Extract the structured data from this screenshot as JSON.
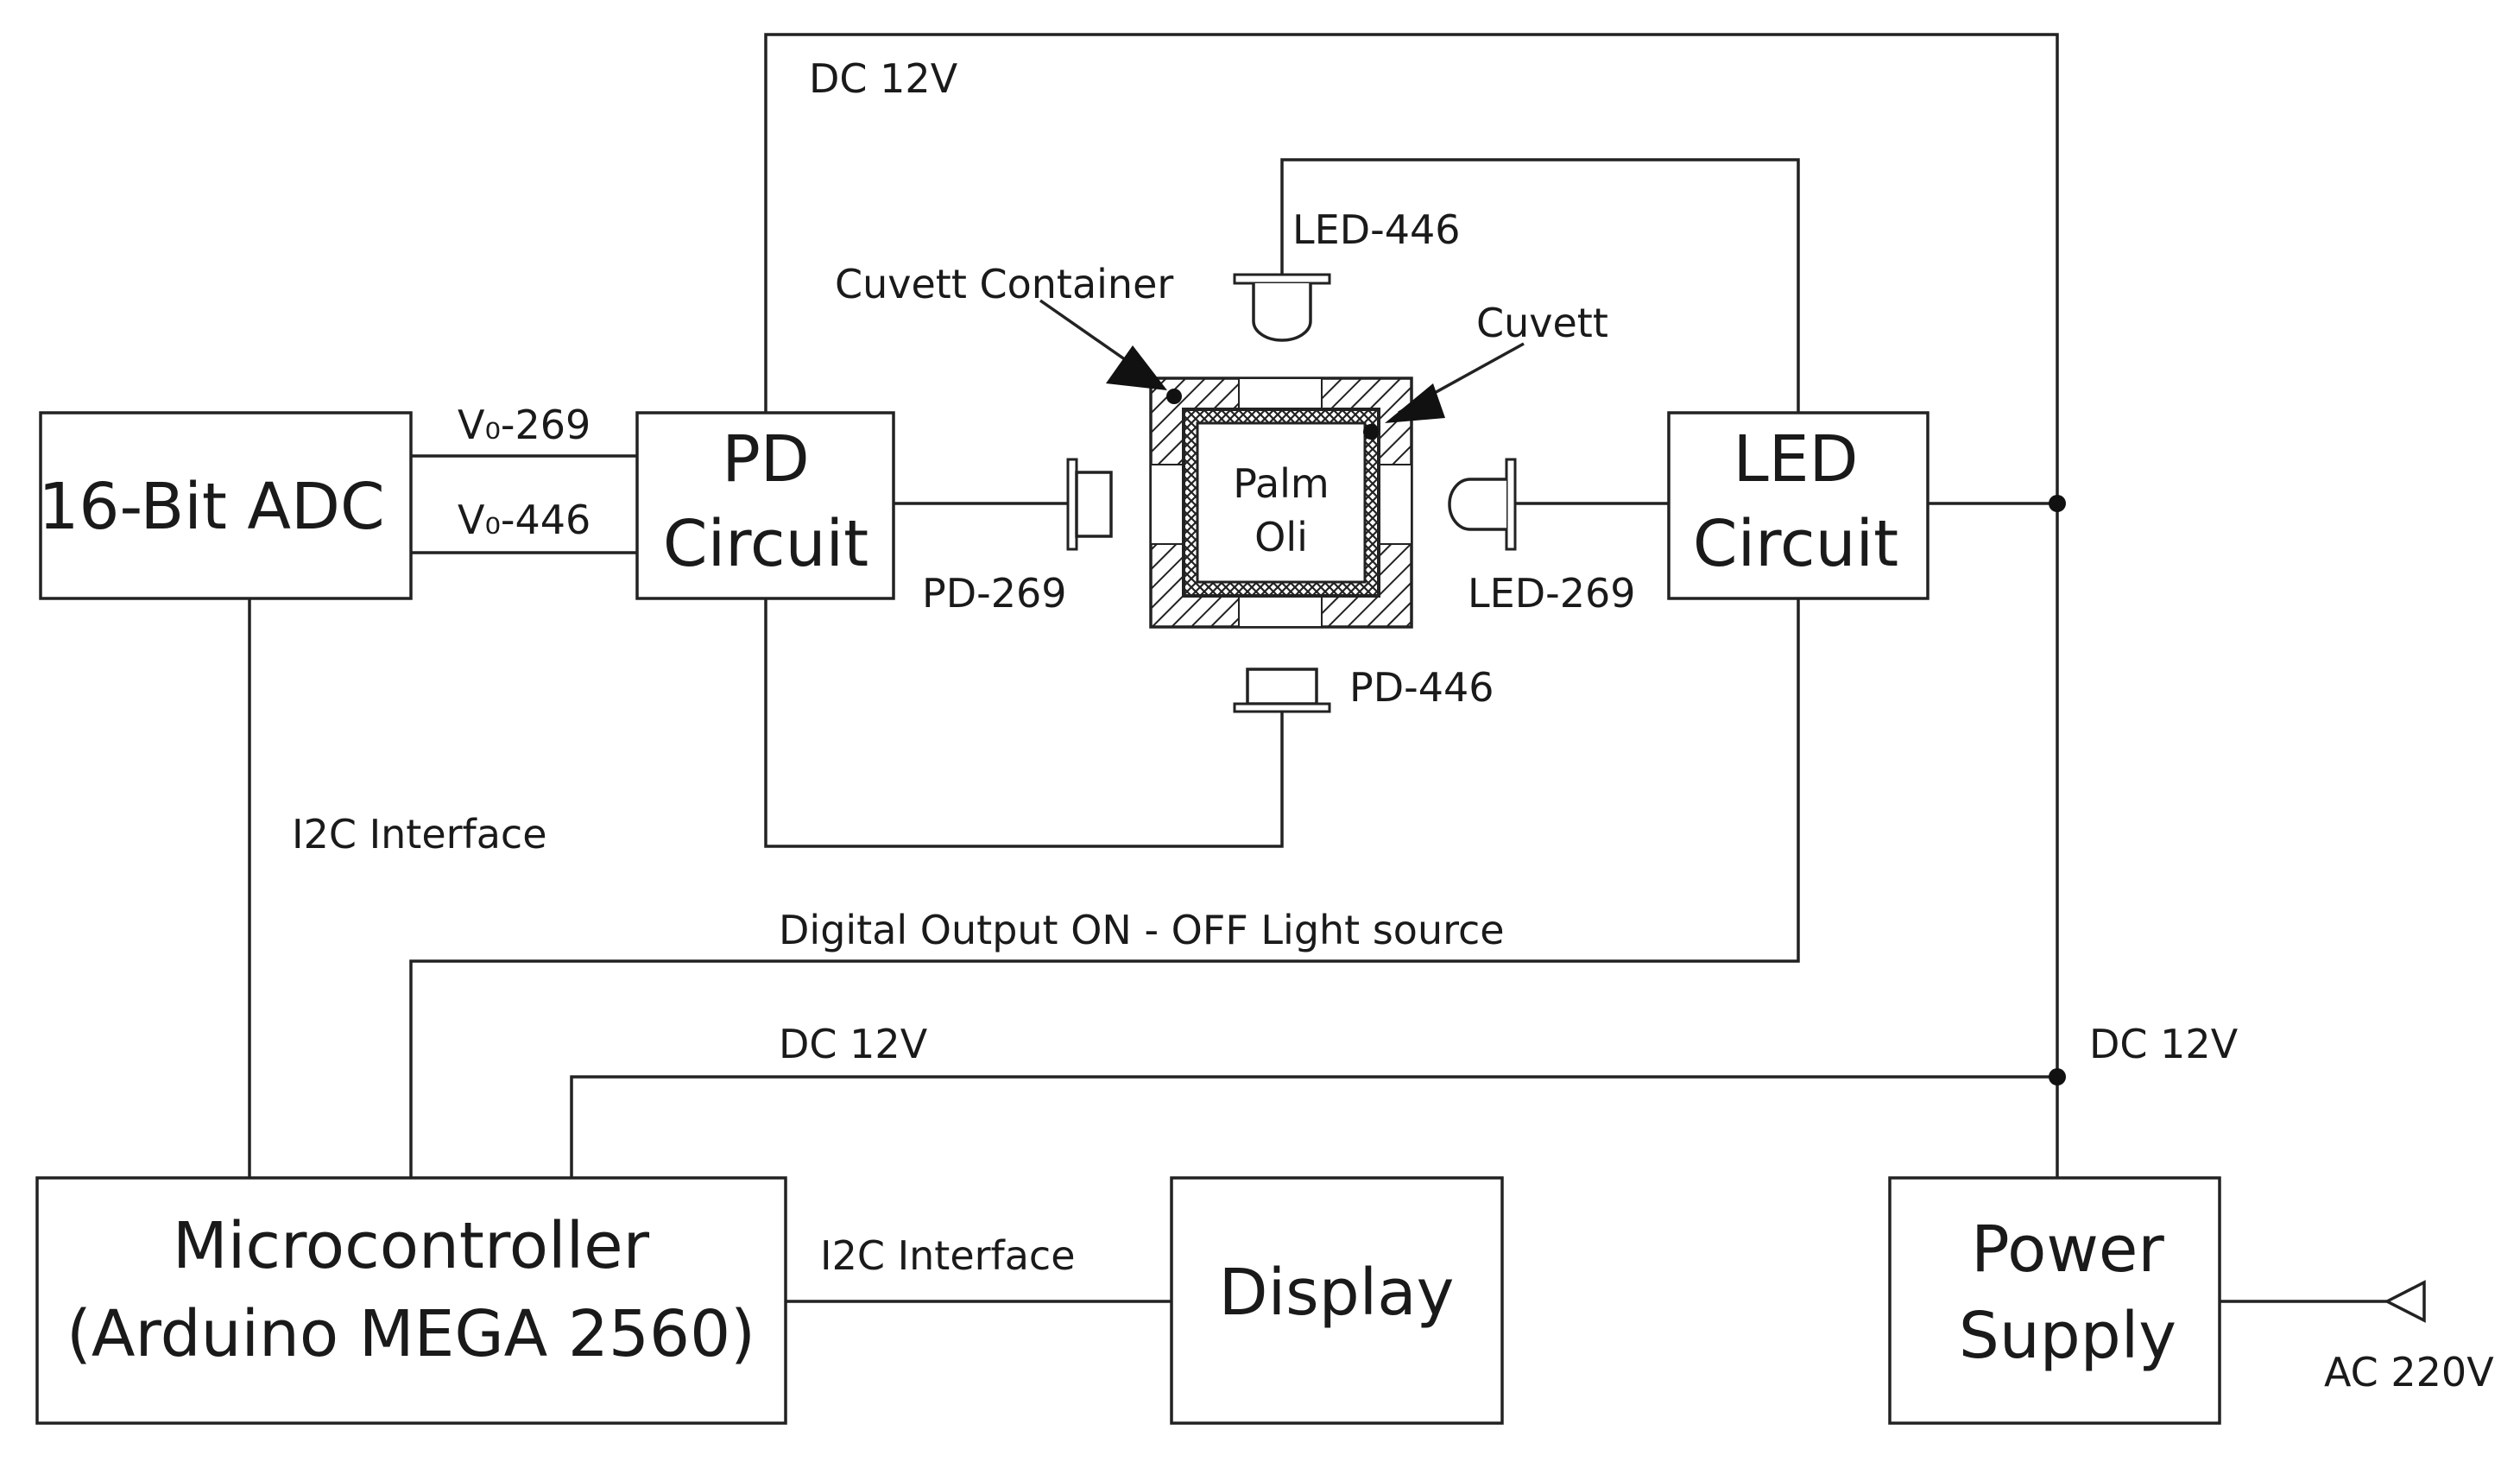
{
  "blocks": {
    "adc": "16-Bit ADC",
    "pd_circuit": [
      "PD",
      "Circuit"
    ],
    "led_circuit": [
      "LED",
      "Circuit"
    ],
    "microcontroller": [
      "Microcontroller",
      "(Arduino MEGA 2560)"
    ],
    "display": "Display",
    "power_supply": [
      "Power",
      "Supply"
    ],
    "sample": [
      "Palm",
      "Oli"
    ]
  },
  "labels": {
    "dc_top": "DC 12V",
    "dc_mid": "DC 12V",
    "dc_right": "DC 12V",
    "v0_269": "V₀-269",
    "v0_446": "V₀-446",
    "i2c_left": "I2C Interface",
    "i2c_bottom": "I2C Interface",
    "digital_output": "Digital Output ON - OFF Light source",
    "ac": "AC 220V",
    "cuvett_container": "Cuvett Container",
    "cuvett": "Cuvett",
    "led_446": "LED-446",
    "led_269": "LED-269",
    "pd_269": "PD-269",
    "pd_446": "PD-446"
  }
}
